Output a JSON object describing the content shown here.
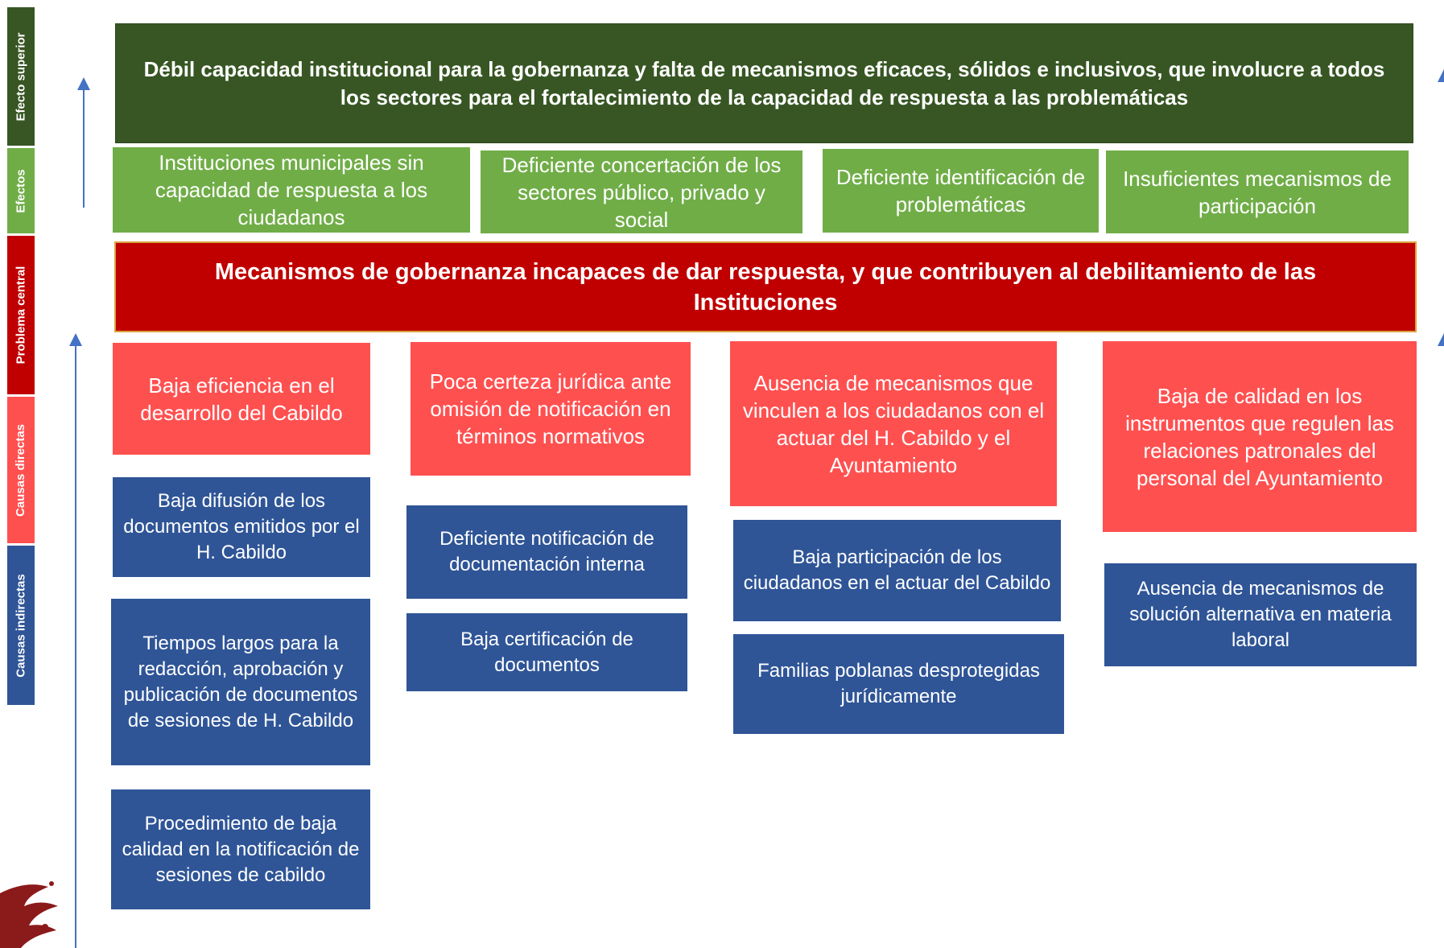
{
  "side_labels": {
    "top_effect": "Efecto superior",
    "effects": "Efectos",
    "central": "Problema central",
    "direct": "Causas directas",
    "indirect": "Causas indirectas"
  },
  "colors": {
    "top_effect": "#375623",
    "effects": "#70ad47",
    "central": "#c00000",
    "direct": "#ff5050",
    "indirect": "#2f5597",
    "arrow": "#4472c4"
  },
  "top_effect": "Débil capacidad institucional para la gobernanza y falta de mecanismos eficaces, sólidos e inclusivos, que involucre a todos los sectores para el fortalecimiento de la capacidad de respuesta a las problemáticas",
  "effects": [
    "Instituciones municipales sin capacidad de respuesta a los ciudadanos",
    "Deficiente concertación de los sectores público, privado y social",
    "Deficiente identificación de problemáticas",
    "Insuficientes mecanismos de participación"
  ],
  "central_problem": "Mecanismos de gobernanza incapaces de dar respuesta, y que contribuyen al debilitamiento de las Instituciones",
  "direct_causes": [
    "Baja eficiencia en el desarrollo del Cabildo",
    "Poca certeza jurídica ante omisión de notificación en términos normativos",
    "Ausencia de mecanismos que vinculen a los ciudadanos con el actuar del H. Cabildo y el Ayuntamiento",
    "Baja de calidad en los instrumentos que regulen las relaciones patronales del personal del Ayuntamiento"
  ],
  "indirect_causes": [
    [
      "Baja difusión de los documentos emitidos por el H. Cabildo",
      "Tiempos largos para la redacción, aprobación y publicación de documentos de sesiones de H. Cabildo",
      "Procedimiento de baja calidad en la notificación de sesiones de cabildo"
    ],
    [
      "Deficiente notificación de documentación interna",
      "Baja certificación de documentos"
    ],
    [
      "Baja participación de los ciudadanos en el actuar del Cabildo",
      "Familias poblanas desprotegidas jurídicamente"
    ],
    [
      "Ausencia de mecanismos de solución alternativa en materia laboral"
    ]
  ]
}
